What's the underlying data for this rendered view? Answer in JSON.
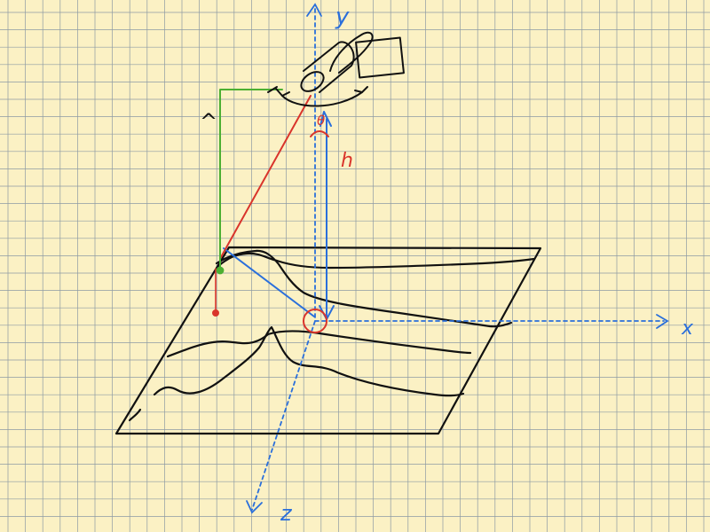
{
  "colors": {
    "paper": "#fbf1c4",
    "grid": "#8d9aa3",
    "ink": "#111111",
    "blue": "#2a6fdb",
    "red": "#d9342b",
    "green": "#4caf32"
  },
  "labels": {
    "y_axis": "y",
    "x_axis": "x",
    "z_axis": "z",
    "theta": "θ",
    "h": "h",
    "lambda": "^"
  }
}
